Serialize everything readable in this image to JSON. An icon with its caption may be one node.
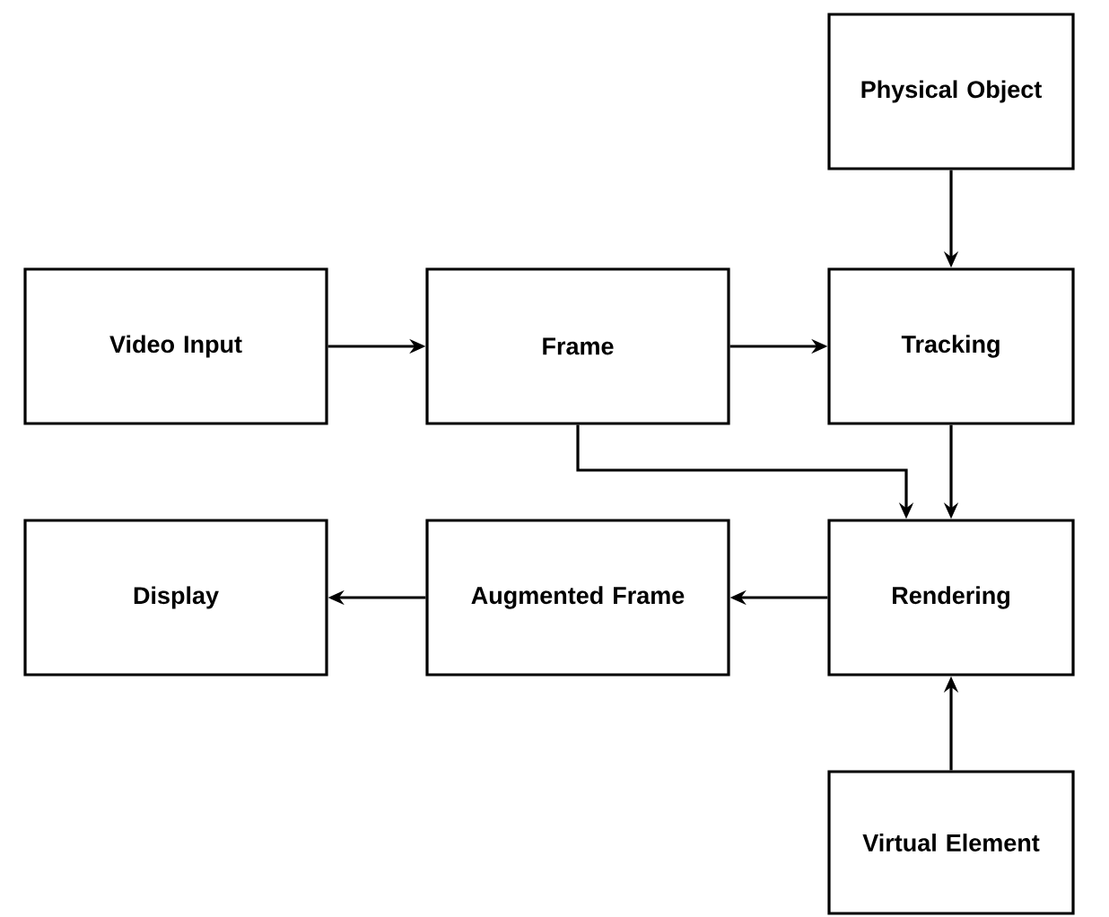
{
  "diagram": {
    "nodes": [
      {
        "text": [
          "Physical Object"
        ]
      },
      {
        "text": [
          "Video Input"
        ]
      },
      {
        "text": [
          "Frame"
        ]
      },
      {
        "text": [
          "Tracking"
        ]
      },
      {
        "text": [
          "Display"
        ]
      },
      {
        "text": [
          "Augmented Frame"
        ]
      },
      {
        "text": [
          "Rendering"
        ]
      },
      {
        "text": [
          "Virtual Element"
        ]
      }
    ],
    "edges": [
      {
        "from": 0,
        "to": 3,
        "arrow": "to"
      },
      {
        "from": 1,
        "to": 2,
        "arrow": "to"
      },
      {
        "from": 2,
        "to": 3,
        "arrow": "to"
      },
      {
        "from": 2,
        "to": 6,
        "arrow": "to"
      },
      {
        "from": 3,
        "to": 6,
        "arrow": "to"
      },
      {
        "from": 6,
        "to": 5,
        "arrow": "to"
      },
      {
        "from": 5,
        "to": 4,
        "arrow": "to"
      },
      {
        "from": 7,
        "to": 6,
        "arrow": "to"
      }
    ]
  }
}
